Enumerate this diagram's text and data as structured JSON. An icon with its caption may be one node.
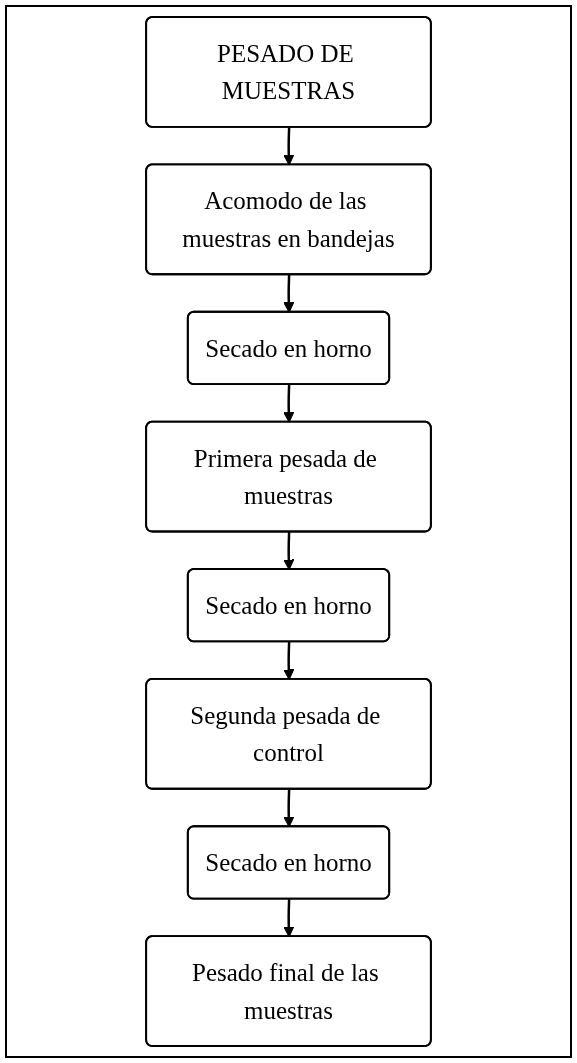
{
  "diagram": {
    "nodes": [
      {
        "text": [
          "PESADO DE MUESTRAS"
        ]
      },
      {
        "text": [
          "Acomodo de las muestras en bandejas"
        ]
      },
      {
        "text": [
          "Secado en horno"
        ]
      },
      {
        "text": [
          "Primera pesada de muestras"
        ]
      },
      {
        "text": [
          "Secado en horno"
        ]
      },
      {
        "text": [
          "Segunda pesada de control"
        ]
      },
      {
        "text": [
          "Secado en horno"
        ]
      },
      {
        "text": [
          "Pesado final de las muestras"
        ]
      }
    ],
    "edges": [
      {
        "from": 0,
        "to": 1,
        "arrow": "to"
      },
      {
        "from": 1,
        "to": 2,
        "arrow": "to"
      },
      {
        "from": 2,
        "to": 3,
        "arrow": "to"
      },
      {
        "from": 3,
        "to": 4,
        "arrow": "to"
      },
      {
        "from": 4,
        "to": 5,
        "arrow": "to"
      },
      {
        "from": 5,
        "to": 6,
        "arrow": "to"
      },
      {
        "from": 6,
        "to": 7,
        "arrow": "to"
      }
    ]
  }
}
